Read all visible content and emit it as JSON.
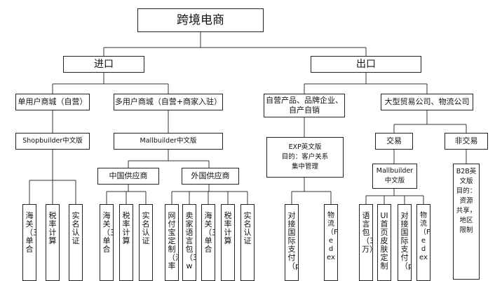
{
  "root": {
    "label": "跨境电商"
  },
  "import": {
    "label": "进口",
    "single": {
      "label": "单用户商城（自营）",
      "product": "Shopbuilder中文版",
      "leaves": [
        "海关（三单合",
        "税率计算",
        "实名认证"
      ]
    },
    "multi": {
      "label": "多用户商城（自营+商家入驻）",
      "product": "Mallbuilder中文版",
      "china": {
        "label": "中国供应商",
        "leaves": [
          "海关（三单合",
          "税率计算",
          "实名认证"
        ]
      },
      "foreign": {
        "label": "外国供应商",
        "leaves": [
          "网付宝定制（汇率",
          "卖家语言包（3w",
          "海关（三单合",
          "税率计算",
          "实名认证"
        ]
      }
    }
  },
  "export": {
    "label": "出口",
    "self": {
      "label": "自营产品、品牌企业、\n自产自销",
      "product": "EXP英文版\n目的：客户关系\n集中管理",
      "leaves": [
        "对接国际支付（p",
        "物流（Fedex"
      ]
    },
    "trade": {
      "label": "大型贸易公司、物流公司",
      "deal": {
        "label": "交易",
        "product": "Mallbuilder\n中文版",
        "leaves": [
          "语言包（3万）",
          "UI首页皮肤定制",
          "对接国际支付（p",
          "物流（Fedex"
        ]
      },
      "nodeal": {
        "label": "非交易",
        "product": "B2B英\n文版\n目的：\n资源\n共享，\n地区\n限制"
      }
    }
  }
}
